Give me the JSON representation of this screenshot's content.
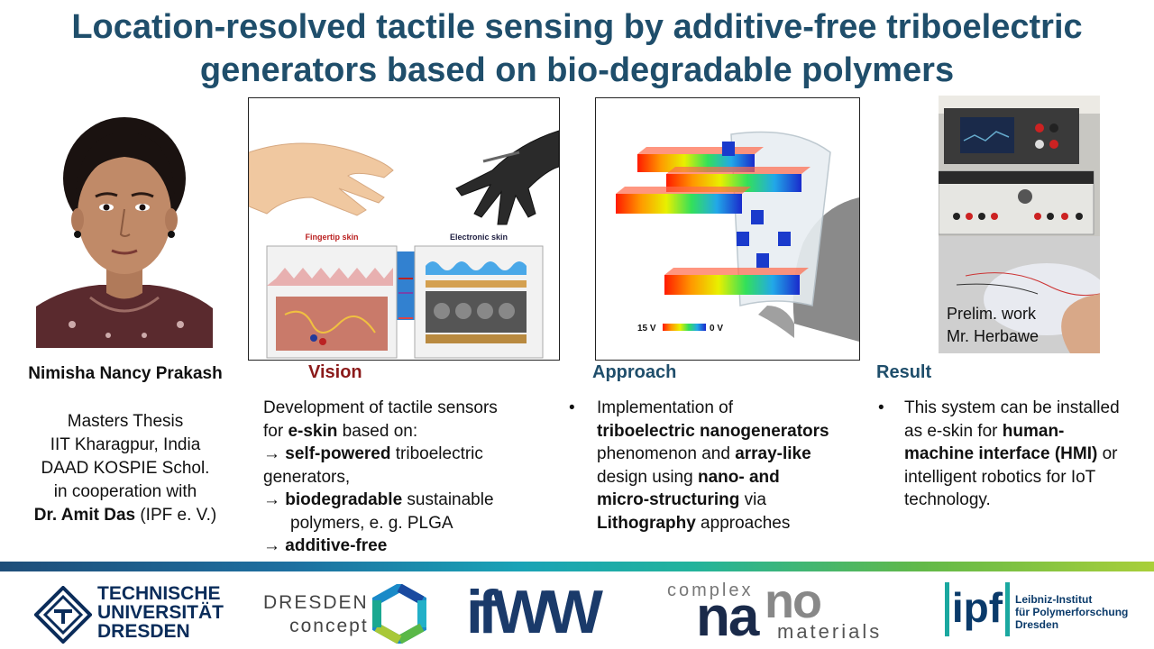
{
  "title": {
    "line1": "Location-resolved tactile sensing by additive-free triboelectric",
    "line2": "generators based on bio-degradable polymers"
  },
  "presenter": {
    "name": "Nimisha Nancy Prakash",
    "lines": [
      "Masters Thesis",
      "IIT Kharagpur, India",
      "DAAD KOSPIE Schol.",
      "in cooperation with"
    ],
    "supervisor_bold": "Dr. Amit Das",
    "supervisor_rest": " (IPF e. V.)"
  },
  "vision": {
    "heading": "Vision",
    "figure_labels": {
      "left": "Fingertip skin",
      "right": "Electronic skin"
    },
    "intro1": "Development of tactile sensors",
    "intro2a": "for ",
    "intro2b": "e-skin",
    "intro2c": " based on:",
    "arrow": "→",
    "item1_bold": "self-powered",
    "item1_rest": " triboelectric",
    "item1_cont": "generators,",
    "item2_bold": "biodegradable",
    "item2_rest": " sustainable",
    "item2_cont": "polymers, e. g. PLGA",
    "item3_bold": "additive-free"
  },
  "approach": {
    "heading": "Approach",
    "figure_scale": {
      "high": "15 V",
      "low": "0 V"
    },
    "bullet": "•",
    "l1": "Implementation of",
    "l2b": "triboelectric nanogenerators",
    "l3a": "phenomenon and ",
    "l3b": "array-like",
    "l4a": "design using ",
    "l4b": "nano- and",
    "l5b": "micro-structuring",
    "l5a": " via",
    "l6b": "Lithography",
    "l6a": " approaches"
  },
  "result": {
    "heading": "Result",
    "bullet": "•",
    "l1": "This system can be installed",
    "l2a": "as e-skin for ",
    "l2b": "human-",
    "l3b": "machine interface (HMI)",
    "l3a": " or",
    "l4": "intelligent robotics for IoT",
    "l5": "technology.",
    "caption1": "Prelim. work",
    "caption2": "Mr. Herbawe"
  },
  "footer": {
    "tud": [
      "TECHNISCHE",
      "UNIVERSITÄT",
      "DRESDEN"
    ],
    "dresden_concept": [
      "DRESDEN",
      "concept"
    ],
    "ifww": "ifWW",
    "cnm_top": "complex",
    "cnm_na": "na",
    "cnm_no": "no",
    "cnm_materials": "materials",
    "ipf_mark": "ipf",
    "ipf_text": [
      "Leibniz-Institut",
      "für Polymerforschung",
      "Dresden"
    ]
  }
}
